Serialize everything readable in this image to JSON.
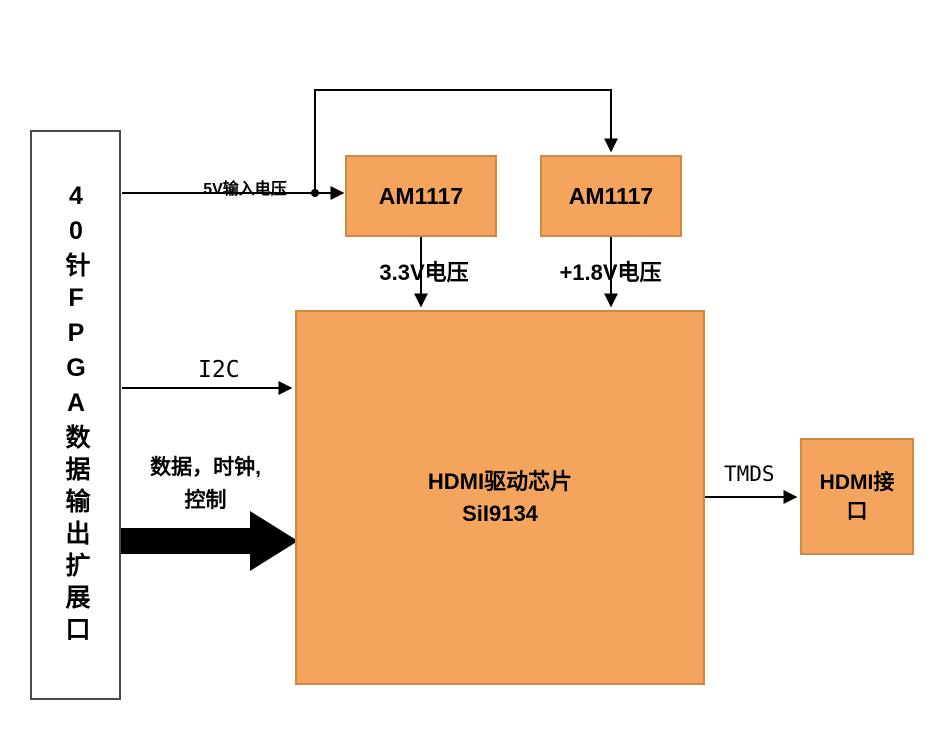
{
  "blocks": {
    "fpga_port": "40针FPGA数据输出扩展口",
    "regulator1": "AM1117",
    "regulator2": "AM1117",
    "hdmi_chip_line1": "HDMI驱动芯片",
    "hdmi_chip_line2": "SiI9134",
    "hdmi_connector": "HDMI接口"
  },
  "edge_labels": {
    "input_5v": "5V输入电压",
    "rail_3v3": "3.3V电压",
    "rail_1v8": "+1.8V电压",
    "i2c": "I2C",
    "data_bus_line1": "数据，时钟,",
    "data_bus_line2": "控制",
    "tmds": "TMDS"
  },
  "colors": {
    "block_fill": "#F4A45C",
    "block_border": "#CE8A44",
    "port_border": "#4a4a4a",
    "line": "#000000",
    "background": "#FFFFFF"
  }
}
